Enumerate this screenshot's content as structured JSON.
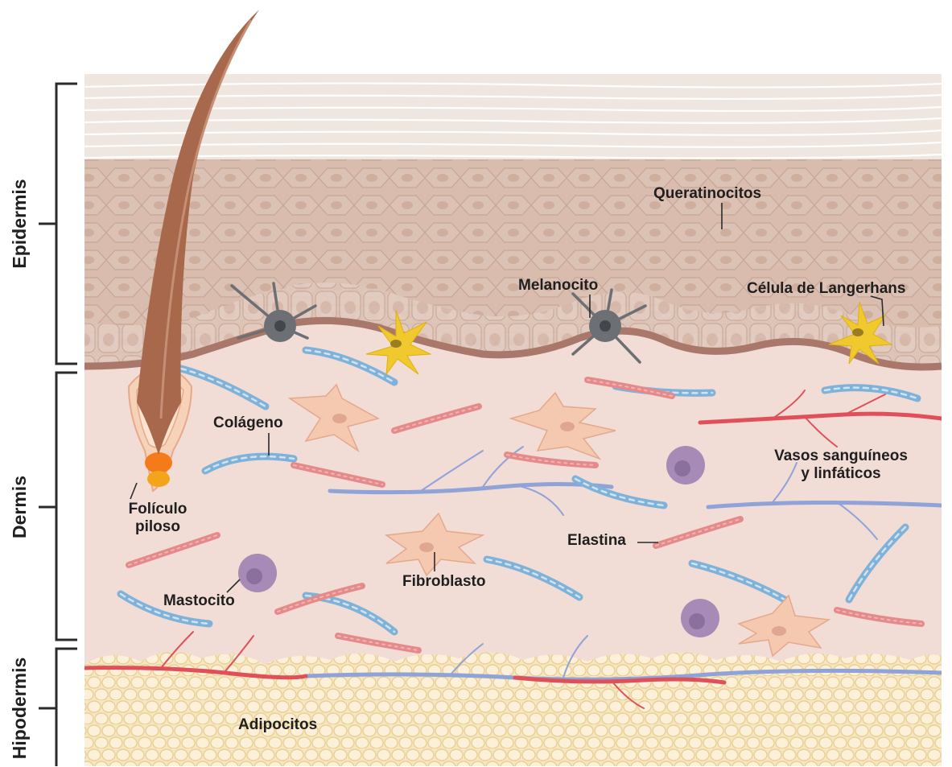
{
  "layers": {
    "epidermis": "Epidermis",
    "dermis": "Dermis",
    "hipodermis": "Hipodermis"
  },
  "labels": {
    "queratinocitos": "Queratinocitos",
    "melanocito": "Melanocito",
    "langerhans": "Célula de Langerhans",
    "colageno": "Colágeno",
    "foliculo_line1": "Folículo",
    "foliculo_line2": "piloso",
    "vasos_line1": "Vasos sanguíneos",
    "vasos_line2": "y linfáticos",
    "elastina": "Elastina",
    "fibroblasto": "Fibroblasto",
    "mastocito": "Mastocito",
    "adipocitos": "Adipocitos"
  },
  "colors": {
    "stratum_corneum": "#ece2da",
    "epidermis": "#d5b5a6",
    "dermis": "#f2dcd6",
    "hypodermis": "#f6e6c2",
    "adipocyte": "#fbefd2",
    "collagen": "#7fb2d8",
    "elastin": "#e58a8a",
    "artery": "#e0505a",
    "lymph_vein": "#8fa3d8",
    "fibroblast": "#f5c9b0",
    "mast_cell": "#a78ab6",
    "melanocyte": "#6c6f74",
    "langerhans": "#f0c92e",
    "hair": "#a8684b",
    "follicle_bulb": "#f08a20"
  }
}
